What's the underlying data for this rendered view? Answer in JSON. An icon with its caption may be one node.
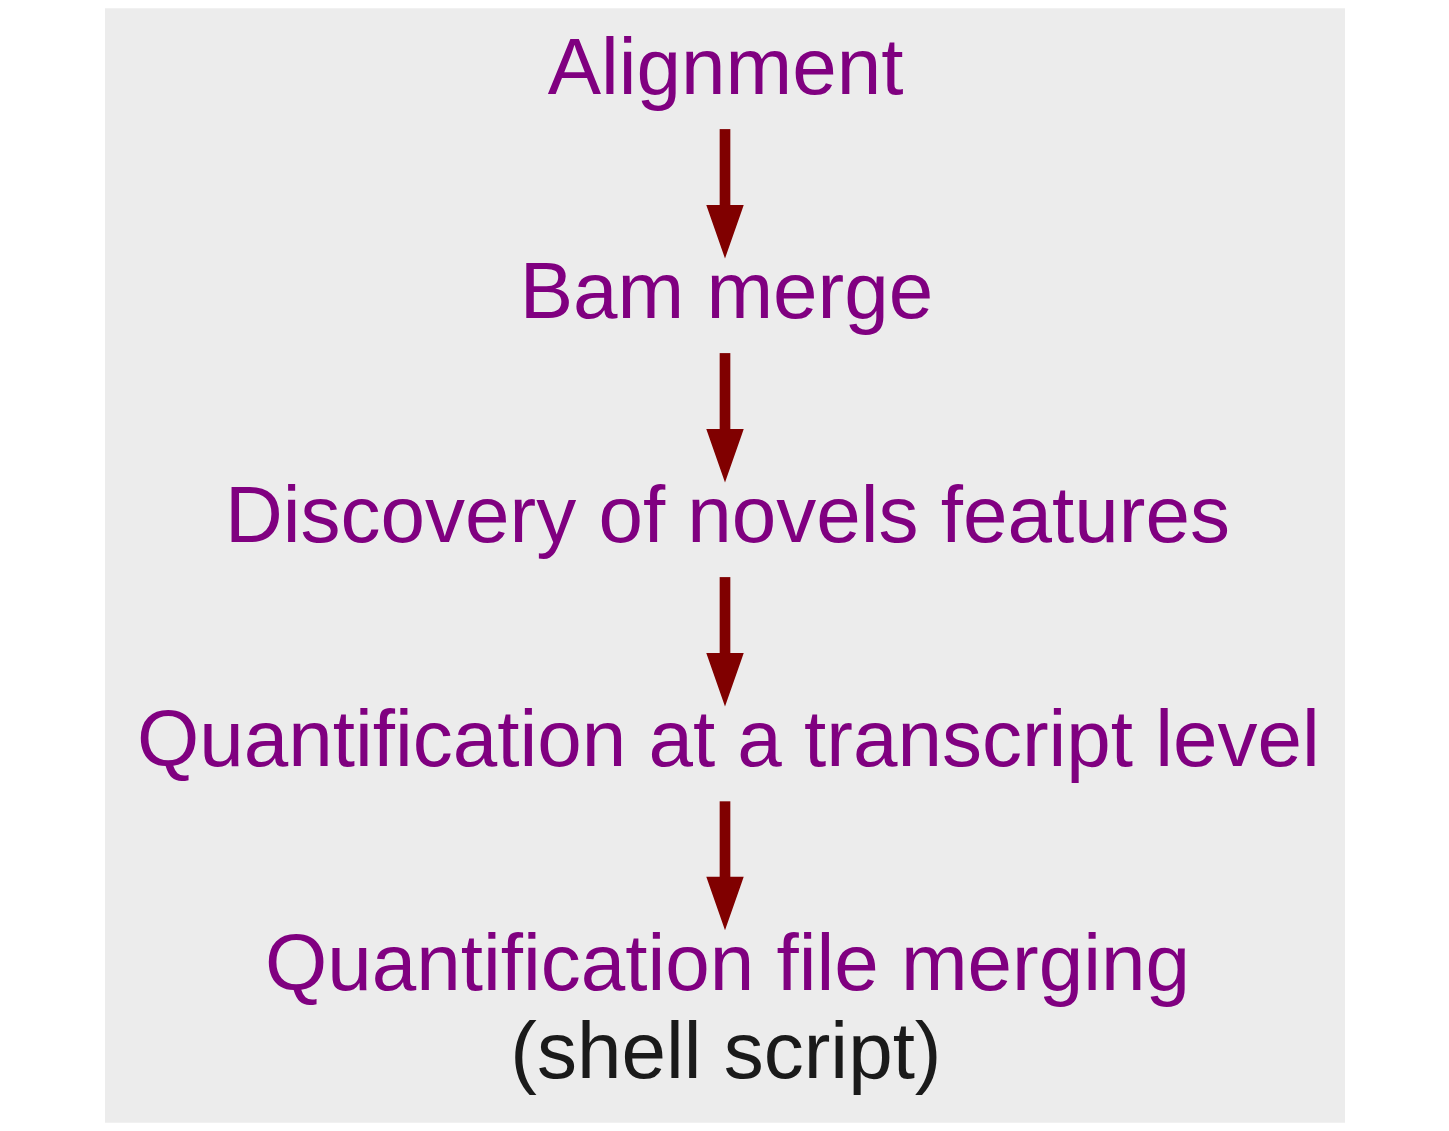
{
  "diagram": {
    "nodes": [
      {
        "text": [
          "Alignment"
        ]
      },
      {
        "text": [
          "Bam merge"
        ]
      },
      {
        "text": [
          "Discovery of novels features"
        ]
      },
      {
        "text": [
          "Quantification at a transcript level"
        ]
      },
      {
        "text": [
          "Quantification file merging",
          "(shell script)"
        ]
      }
    ],
    "edges": [
      {
        "from": 0,
        "to": 1,
        "arrow": "to"
      },
      {
        "from": 1,
        "to": 2,
        "arrow": "to"
      },
      {
        "from": 2,
        "to": 3,
        "arrow": "to"
      },
      {
        "from": 3,
        "to": 4,
        "arrow": "to"
      }
    ]
  }
}
